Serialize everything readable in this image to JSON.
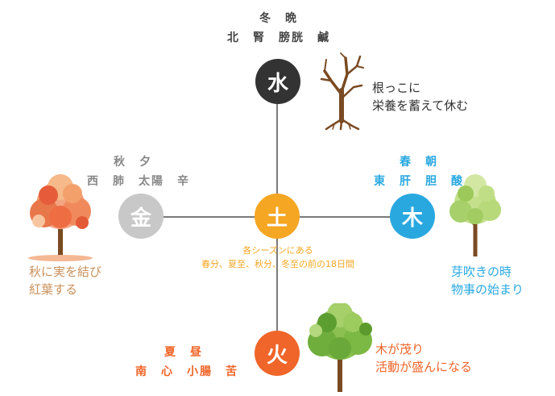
{
  "colors": {
    "water": "#333333",
    "earth": "#f5a623",
    "wood": "#29a8e0",
    "metal": "#c8c8c8",
    "fire": "#f06529",
    "water_text": "#444444",
    "wood_text": "#29a8e0",
    "metal_text": "#888888",
    "fire_text": "#f06529",
    "earth_text": "#f5a623",
    "autumn_desc": "#c9905a"
  },
  "water": {
    "symbol": "水",
    "line1": "冬　晩",
    "line2": "北　腎　膀胱　鹹",
    "desc1": "根っこに",
    "desc2": "栄養を蓄えて休む",
    "icon": "bare-tree-icon"
  },
  "wood": {
    "symbol": "木",
    "line1": "春　朝",
    "line2": "東　肝　胆　酸",
    "desc1": "芽吹きの時",
    "desc2": "物事の始まり",
    "icon": "young-tree-icon"
  },
  "metal": {
    "symbol": "金",
    "line1": "秋　夕",
    "line2": "西　肺　太陽　辛",
    "desc1": "秋に実を結び",
    "desc2": "紅葉する",
    "icon": "autumn-tree-icon"
  },
  "fire": {
    "symbol": "火",
    "line1": "夏　昼",
    "line2": "南　心　小腸　苦",
    "desc1": "木が茂り",
    "desc2": "活動が盛んになる",
    "icon": "leafy-tree-icon"
  },
  "earth": {
    "symbol": "土",
    "note1": "各シーズンにある",
    "note2": "春分、夏至、秋分、冬至の前の18日間"
  }
}
